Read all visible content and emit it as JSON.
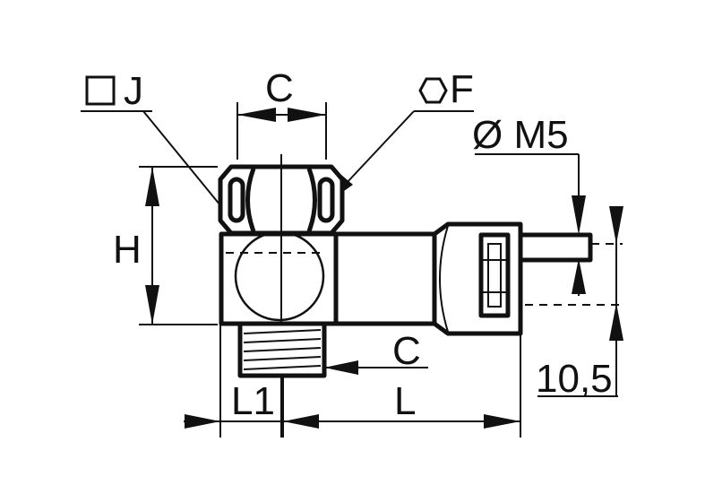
{
  "labels": {
    "square_j": "J",
    "c_top": "C",
    "hex_f": "F",
    "thread_size": "Ø M5",
    "h": "H",
    "c_side": "C",
    "dimension_10_5": "10,5",
    "l1": "L1",
    "l": "L"
  },
  "icons": {
    "square": "square-icon",
    "hexagon": "hexagon-icon"
  },
  "colors": {
    "line": "#111111",
    "background": "#ffffff"
  }
}
